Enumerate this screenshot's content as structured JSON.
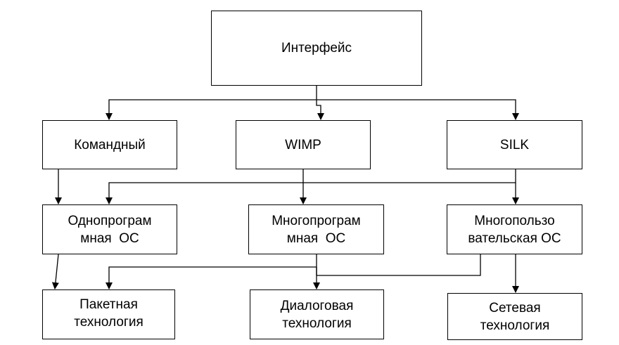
{
  "nodes": {
    "interface": {
      "lines": [
        "Интерфейс"
      ]
    },
    "command": {
      "lines": [
        "Командный"
      ]
    },
    "wimp": {
      "lines": [
        "WIMP"
      ]
    },
    "silk": {
      "lines": [
        "SILK"
      ]
    },
    "single_program_os": {
      "lines": [
        "Однопрограм",
        "мная  ОС"
      ]
    },
    "multi_program_os": {
      "lines": [
        "Многопрограм",
        "мная  ОС"
      ]
    },
    "multi_user_os": {
      "lines": [
        "Многопользо",
        "вательская ОС"
      ]
    },
    "batch_tech": {
      "lines": [
        "Пакетная",
        "технология"
      ]
    },
    "dialog_tech": {
      "lines": [
        "Диалоговая",
        "технология"
      ]
    },
    "network_tech": {
      "lines": [
        "Сетевая",
        "технология"
      ]
    }
  },
  "colors": {
    "line": "#000000",
    "box_border": "#000000",
    "background": "#ffffff"
  }
}
